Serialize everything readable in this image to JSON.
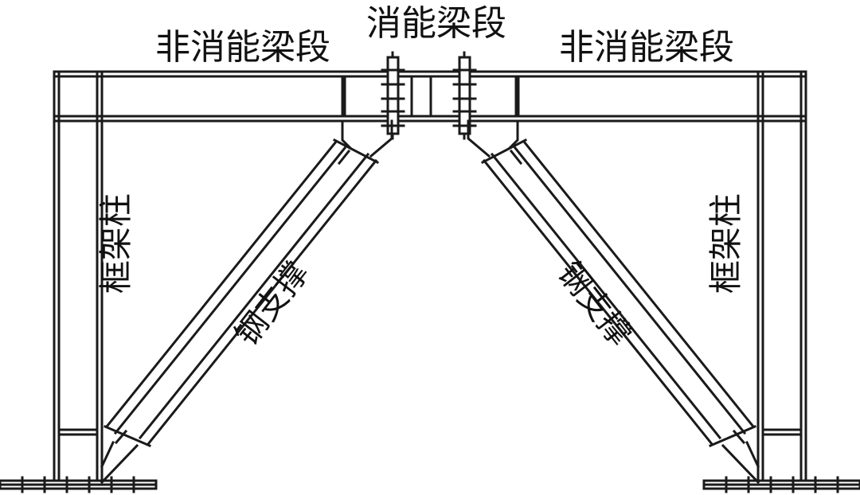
{
  "labels": {
    "link_beam": "消能梁段",
    "non_link_left": "非消能梁段",
    "non_link_right": "非消能梁段",
    "column_left": "框架柱",
    "column_right": "框架柱",
    "brace_left": "钢支撑",
    "brace_right": "钢支撑"
  },
  "colors": {
    "line": "#1a1a1a",
    "text": "#111111",
    "background": "#ffffff"
  }
}
